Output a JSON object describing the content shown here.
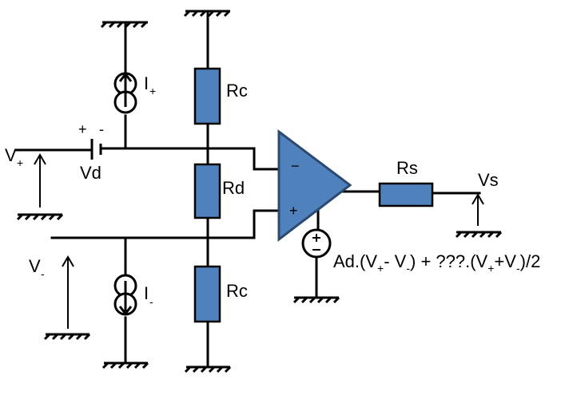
{
  "labels": {
    "r_top": "Rc",
    "r_mid": "Rd",
    "r_bot": "Rc",
    "r_out": "Rs",
    "v_out": "Vs",
    "v_diff": "Vd",
    "i_top_main": "I",
    "i_top_sub": "+",
    "i_bot_main": "I",
    "i_bot_sub": "-",
    "v_plus_main": "V",
    "v_plus_sub": "+",
    "v_minus_main": "V",
    "v_minus_sub": "-",
    "vd_plus": "+",
    "vd_minus": "-",
    "op_minus": "−",
    "op_plus": "+"
  },
  "formula": {
    "p1": "Ad.(V",
    "s1": "+",
    "p2": "- V",
    "s2": "-",
    "p3": ") + ???.(V",
    "s3": "+",
    "p4": "+V",
    "s4": "-",
    "p5": ")/2"
  },
  "colors": {
    "component_fill": "#4f81bd",
    "wire": "#000000"
  }
}
